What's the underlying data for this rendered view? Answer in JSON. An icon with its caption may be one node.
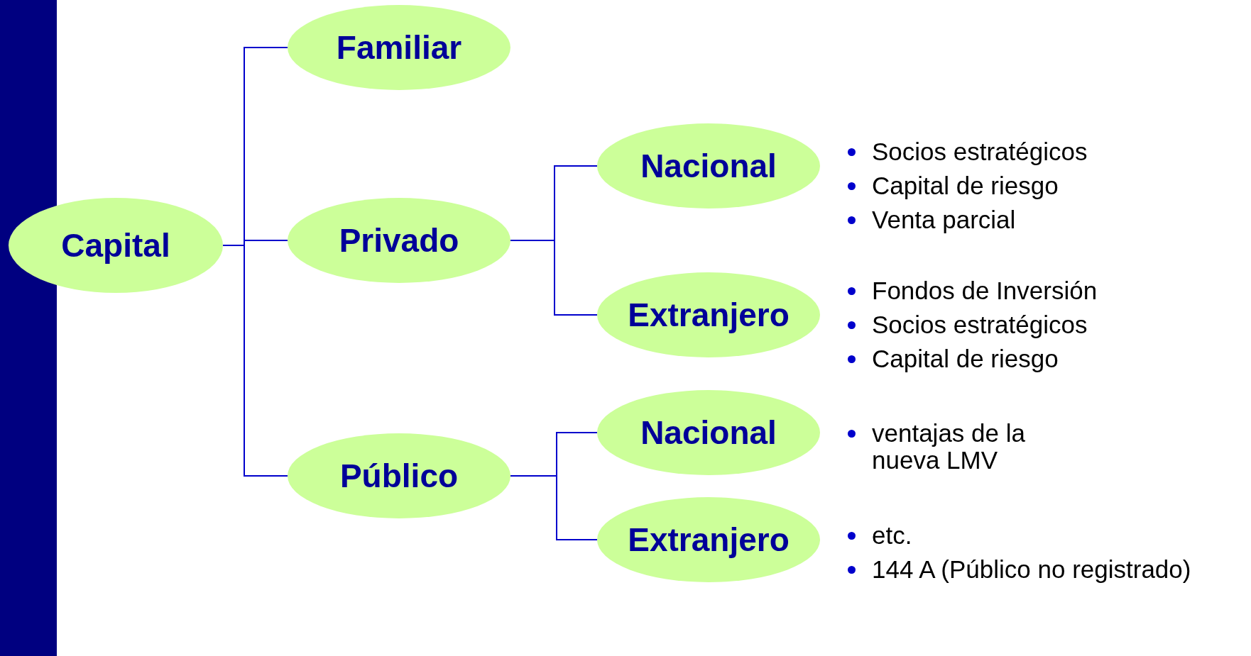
{
  "diagram": {
    "nodes": [
      {
        "text": [
          "Capital"
        ]
      },
      {
        "text": [
          "Familiar"
        ]
      },
      {
        "text": [
          "Privado"
        ]
      },
      {
        "text": [
          "Público"
        ]
      },
      {
        "text": [
          "Nacional"
        ],
        "beside": [
          "Socios estratégicos",
          "Capital de riesgo",
          "Venta parcial"
        ]
      },
      {
        "text": [
          "Extranjero"
        ],
        "beside": [
          "Fondos de Inversión",
          "Socios estratégicos",
          "Capital de riesgo"
        ]
      },
      {
        "text": [
          "Nacional"
        ],
        "beside": [
          "ventajas de la nueva LMV"
        ]
      },
      {
        "text": [
          "Extranjero"
        ],
        "beside": [
          "etc.",
          "144 A (Público no registrado)"
        ]
      },
      {
        "text": [],
        "shape": "bar"
      }
    ],
    "edges": [
      {
        "from": 0,
        "to": 1,
        "arrow": "none"
      },
      {
        "from": 0,
        "to": 2,
        "arrow": "none"
      },
      {
        "from": 0,
        "to": 3,
        "arrow": "none"
      },
      {
        "from": 2,
        "to": 4,
        "arrow": "none"
      },
      {
        "from": 2,
        "to": 5,
        "arrow": "none"
      },
      {
        "from": 3,
        "to": 6,
        "arrow": "none"
      },
      {
        "from": 3,
        "to": 7,
        "arrow": "none"
      }
    ]
  }
}
